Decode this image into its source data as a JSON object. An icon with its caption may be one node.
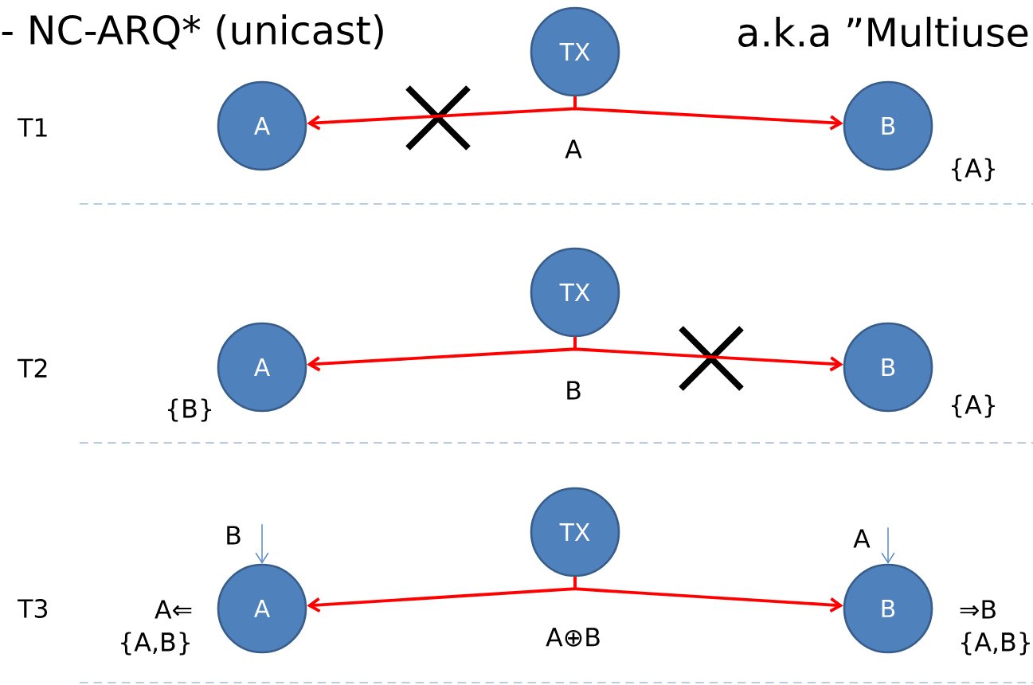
{
  "diagram": {
    "title": "- NC-ARQ* (unicast)",
    "nodes": [
      {
        "text": [
          "TX"
        ]
      },
      {
        "text": [
          "A"
        ]
      },
      {
        "text": [
          "B"
        ],
        "beside": [
          "{A}"
        ]
      },
      {
        "text": [
          "TX"
        ]
      },
      {
        "text": [
          "A"
        ],
        "beside": [
          "{B}"
        ]
      },
      {
        "text": [
          "B"
        ],
        "beside": [
          "{A}"
        ]
      },
      {
        "text": [
          "TX"
        ]
      },
      {
        "text": [
          "B"
        ]
      },
      {
        "text": [
          "A"
        ]
      },
      {
        "text": [
          "A"
        ],
        "beside": [
          "A⇐",
          "{A,B}"
        ]
      },
      {
        "text": [
          "B"
        ],
        "beside": [
          "⇒B",
          "{A,B}"
        ]
      }
    ],
    "edges": [
      {
        "from": 0,
        "to": 1,
        "arrow": "to"
      },
      {
        "from": 0,
        "to": 2,
        "arrow": "to"
      },
      {
        "from": 3,
        "to": 4,
        "arrow": "to"
      },
      {
        "from": 3,
        "to": 5,
        "arrow": "to"
      },
      {
        "from": 6,
        "to": 9,
        "arrow": "to"
      },
      {
        "from": 6,
        "to": 10,
        "arrow": "to"
      },
      {
        "from": 7,
        "to": 9,
        "arrow": "to",
        "color": "#4f81bd"
      },
      {
        "from": 8,
        "to": 10,
        "arrow": "to",
        "color": "#4f81bd"
      }
    ],
    "labels": [
      "a.k.a ”Multiuse",
      "T1",
      "A",
      "T2",
      "B",
      "T3",
      "A⊕B"
    ]
  }
}
